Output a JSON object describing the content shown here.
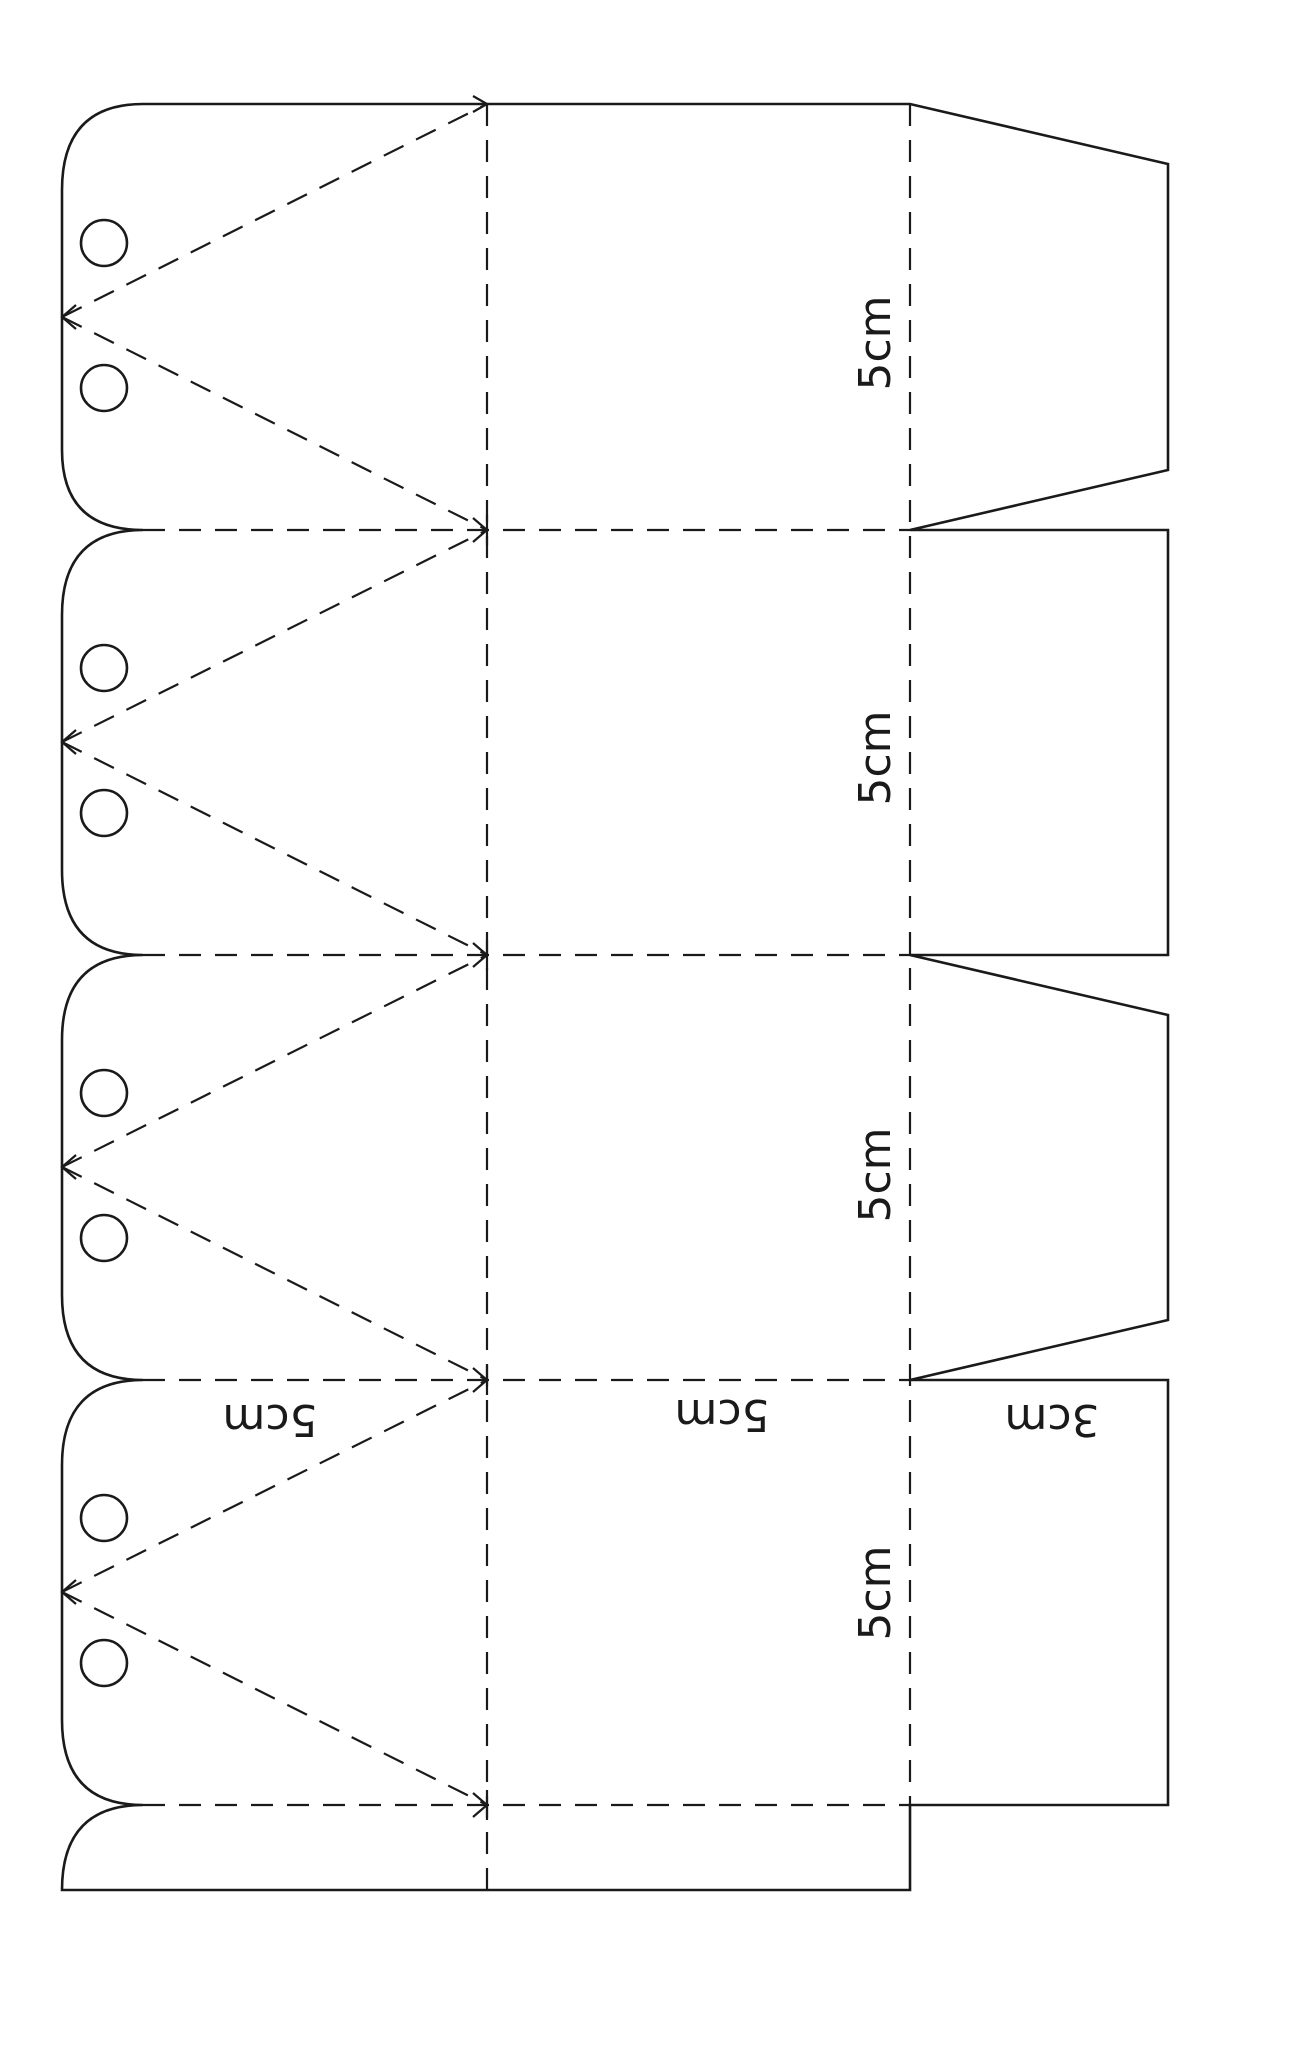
{
  "labels": {
    "height_1": "5cm",
    "height_2": "5cm",
    "height_3": "5cm",
    "height_4": "5cm",
    "width_top": "5cm",
    "width_middle": "5cm",
    "width_flap": "3cm"
  },
  "colors": {
    "line": "#1a1a1a",
    "background": "#ffffff"
  }
}
